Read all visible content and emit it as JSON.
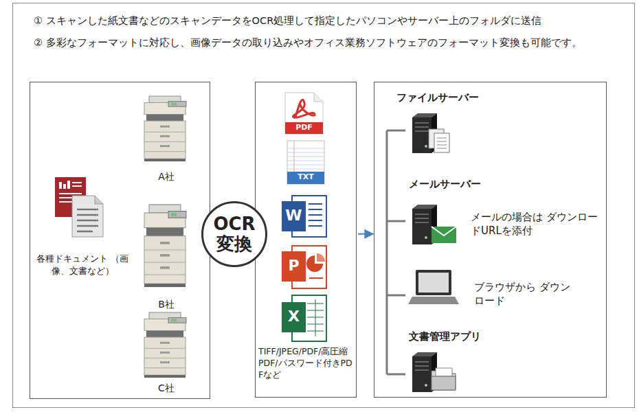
{
  "diagram": {
    "nodes": [
      {
        "text": [
          "① スキャンした紙文書などのスキャンデータをOCR処理して指定したパソコンやサーバー上のフォルダに送信",
          "② 多彩なフォーマットに対応し、画像データの取り込みやオフィス業務ソフトウェアのフォーマット変換も可能です。"
        ]
      },
      {
        "text": [
          "各種ドキュメント （画像、文書など）",
          "A社",
          "B社",
          "C社"
        ],
        "in": 0
      },
      {
        "text": [
          "OCR 変換"
        ],
        "in": 0
      },
      {
        "text": [
          "TIFF/JPEG/PDF/高圧縮PDF/パスワード付きPDFなど"
        ],
        "in": 0
      },
      {
        "text": [
          "ファイルサーバー",
          "メールサーバー",
          "メールの場合は ダウンロードURLを添付",
          "ブラウザから ダウンロード",
          "文書管理アプリ"
        ],
        "in": 0
      }
    ],
    "edges": [
      {
        "from": 3,
        "to": 4,
        "arrow": "to"
      }
    ],
    "labels": [
      "PDF",
      "TXT",
      "W",
      "P",
      "X"
    ]
  }
}
